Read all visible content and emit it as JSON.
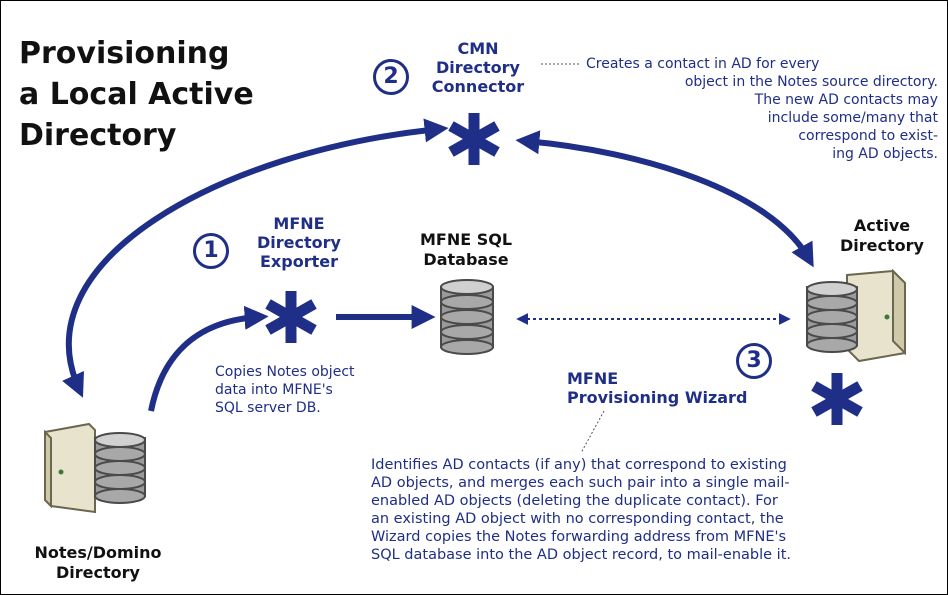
{
  "title_lines": [
    "Provisioning",
    "a Local Active",
    "Directory"
  ],
  "cmn_connector": {
    "number": "2",
    "label_lines": [
      "CMN",
      "Directory",
      "Connector"
    ],
    "description_lines": [
      "Creates a contact in AD for every",
      "object in the Notes source directory.",
      "The new AD contacts may",
      "include some/many that",
      "correspond to exist-",
      "ing AD objects."
    ]
  },
  "directory_exporter": {
    "number": "1",
    "label_lines": [
      "MFNE",
      "Directory",
      "Exporter"
    ],
    "description_lines": [
      "Copies Notes object",
      "data into MFNE's",
      "SQL server DB."
    ]
  },
  "sql_database": {
    "label_lines": [
      "MFNE SQL",
      "Database"
    ]
  },
  "active_directory": {
    "label_lines": [
      "Active",
      "Directory"
    ]
  },
  "provisioning_wizard": {
    "number": "3",
    "label_lines": [
      "MFNE",
      "Provisioning Wizard"
    ],
    "description_lines": [
      "Identifies AD contacts (if any) that correspond to existing",
      "AD objects, and merges each such pair into a single mail-",
      "enabled AD objects (deleting the duplicate contact). For",
      "an existing AD object with no corresponding contact, the",
      "Wizard copies the Notes forwarding address from MFNE's",
      "SQL database into the AD object record, to mail-enable it."
    ]
  },
  "notes_domino": {
    "label_lines": [
      "Notes/Domino",
      "Directory"
    ]
  },
  "colors": {
    "accent": "#1f2e86",
    "text": "#111111",
    "server_body": "#e7e3cc",
    "disk": "#9a9a9a"
  },
  "icons": [
    "asterisk-icon",
    "database-icon",
    "server-icon"
  ]
}
